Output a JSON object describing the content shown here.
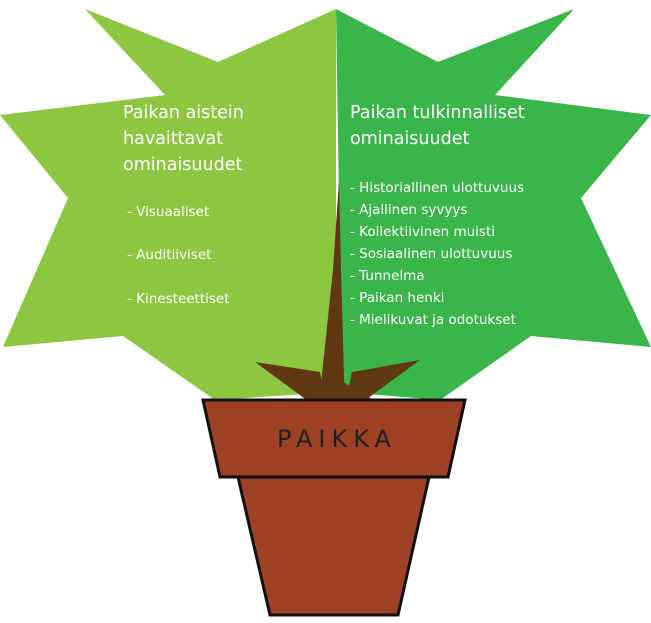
{
  "colors": {
    "left_leaf": "#8dc641",
    "right_leaf": "#39b54a",
    "stem": "#603913",
    "pot": "#9e4125",
    "pot_outline": "#111111",
    "text_light": "#ffffff",
    "text_dark": "#222222"
  },
  "left": {
    "heading": [
      "Paikan aistein",
      "havaittavat",
      "ominaisuudet"
    ],
    "items": [
      "- Visuaaliset",
      "- Auditiiviset",
      "- Kinesteettiset"
    ]
  },
  "right": {
    "heading": [
      "Paikan tulkinnalliset",
      "ominaisuudet"
    ],
    "items": [
      "- Historiallinen ulottuvuus",
      "- Ajallinen syvyys",
      "- Kollektiivinen muisti",
      "- Sosiaalinen ulottuvuus",
      "- Tunnelma",
      "- Paikan henki",
      "- Mielikuvat ja odotukset"
    ]
  },
  "pot": {
    "label": "PAIKKA"
  }
}
